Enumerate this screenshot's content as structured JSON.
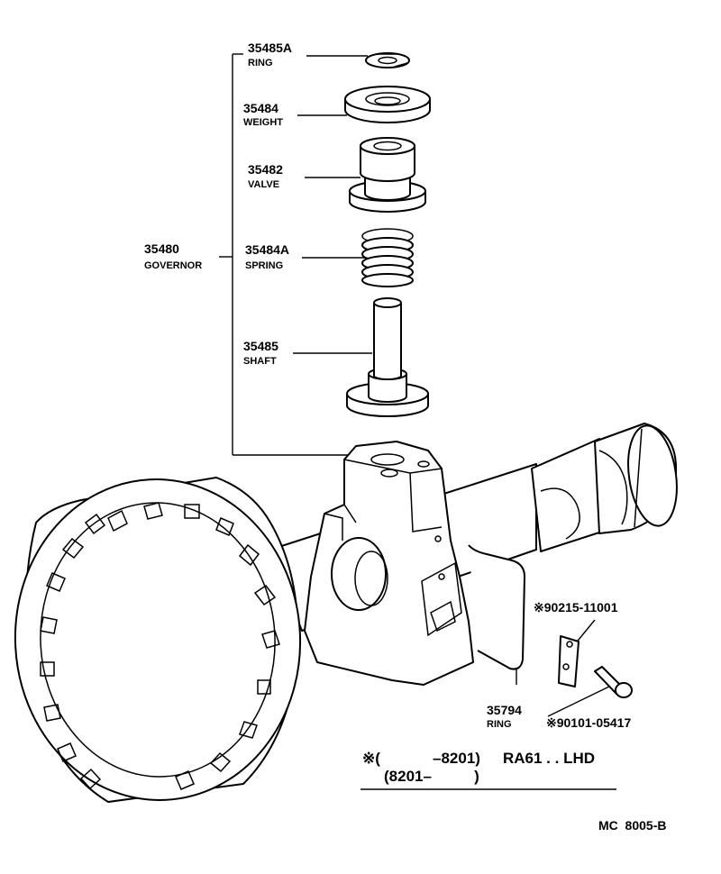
{
  "parts": {
    "ring_top": {
      "number": "35485A",
      "name": "RING"
    },
    "weight": {
      "number": "35484",
      "name": "WEIGHT"
    },
    "valve": {
      "number": "35482",
      "name": "VALVE"
    },
    "spring": {
      "number": "35484A",
      "name": "SPRING"
    },
    "shaft": {
      "number": "35485",
      "name": "SHAFT"
    },
    "governor": {
      "number": "35480",
      "name": "GOVERNOR"
    },
    "ring_clip": {
      "number": "35794",
      "name": "RING"
    },
    "plate": {
      "number": "※90215-11001"
    },
    "bolt": {
      "number": "※90101-05417"
    }
  },
  "note": {
    "line1_prefix": "※(",
    "line1_range": "–8201)",
    "line1_model": "RA61 . . LHD",
    "line2": "(8201–          )"
  },
  "diagram_code": "MC  8005-B"
}
